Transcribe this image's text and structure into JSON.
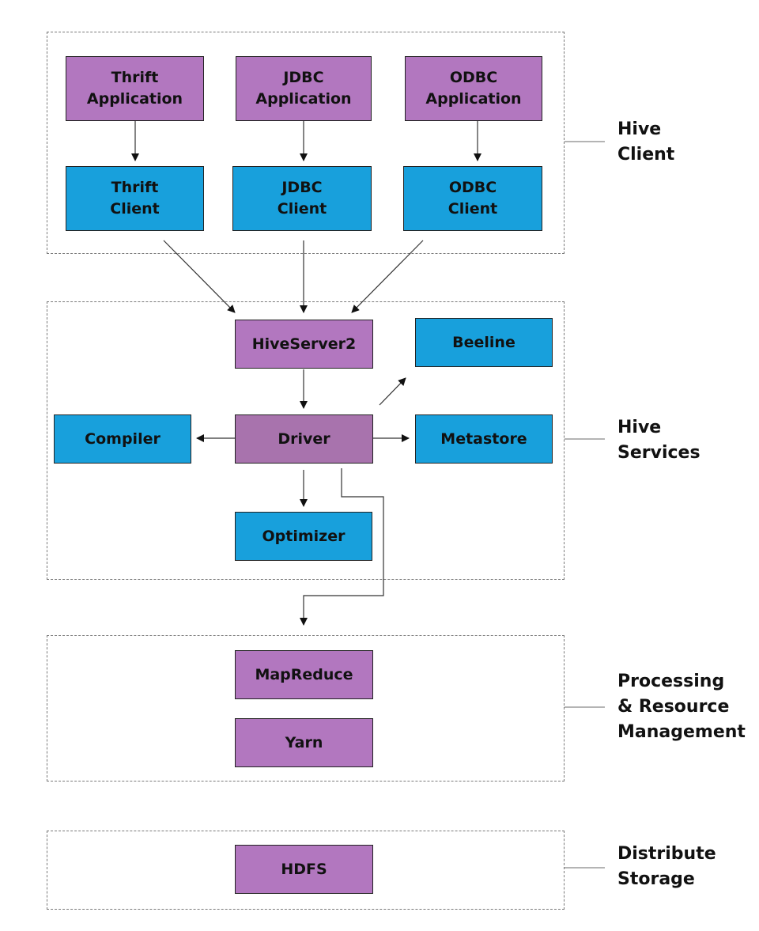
{
  "clients": {
    "thrift_app": "Thrift\nApplication",
    "jdbc_app": "JDBC\nApplication",
    "odbc_app": "ODBC\nApplication",
    "thrift_client": "Thrift\nClient",
    "jdbc_client": "JDBC\nClient",
    "odbc_client": "ODBC\nClient"
  },
  "services": {
    "hiveserver2": "HiveServer2",
    "beeline": "Beeline",
    "compiler": "Compiler",
    "driver": "Driver",
    "metastore": "Metastore",
    "optimizer": "Optimizer"
  },
  "processing": {
    "mapreduce": "MapReduce",
    "yarn": "Yarn"
  },
  "storage": {
    "hdfs": "HDFS"
  },
  "layer_labels": {
    "hive_client": "Hive\nClient",
    "hive_services": "Hive\nServices",
    "processing": "Processing\n& Resource\nManagement",
    "storage": "Distribute\nStorage"
  },
  "colors": {
    "purple": "#b277bf",
    "blue": "#18a0dc",
    "driver": "#a873ad"
  }
}
